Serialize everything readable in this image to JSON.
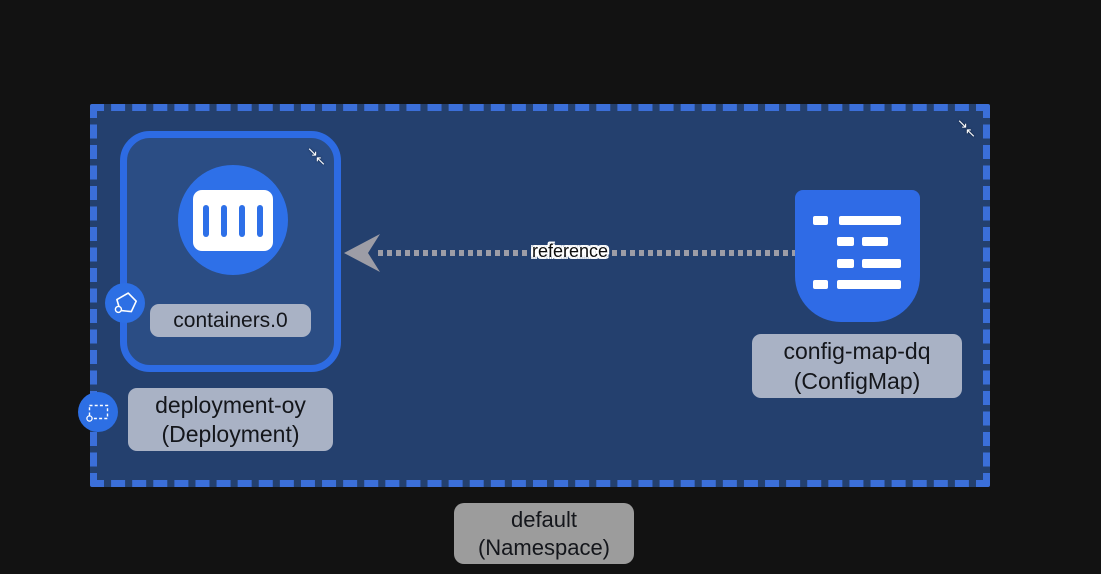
{
  "graph": {
    "namespace": {
      "name": "default",
      "kind": "(Namespace)"
    },
    "deployment": {
      "name": "deployment-oy",
      "kind": "(Deployment)"
    },
    "container": {
      "name": "containers.0"
    },
    "configmap": {
      "name": "config-map-dq",
      "kind": "(ConfigMap)"
    },
    "edge": {
      "label": "reference"
    }
  },
  "icons": {
    "collapse": {
      "name": "collapse-arrows-icon",
      "glyph_a": "↘",
      "glyph_b": "↖"
    },
    "container_node": "container-barcode-icon",
    "configmap_node": "configmap-list-icon",
    "pod_badge": "pod-pentagon-icon",
    "deployment_badge": "deployment-dashed-rect-icon",
    "edge_arrow": "arrowhead-left-icon"
  },
  "colors": {
    "canvas_bg": "#121212",
    "namespace_fill": "#24406E",
    "namespace_border": "#3B6FD9",
    "node_fill": "#2B4D84",
    "node_border": "#2D6BE3",
    "accent_blue": "#2E70E8",
    "label_bg": "#A9B2C5",
    "namespace_label_bg": "#9C9C9C",
    "edge_gray": "#9D9DA6",
    "label_text": "#14161B",
    "icon_white": "#FFFFFF"
  }
}
